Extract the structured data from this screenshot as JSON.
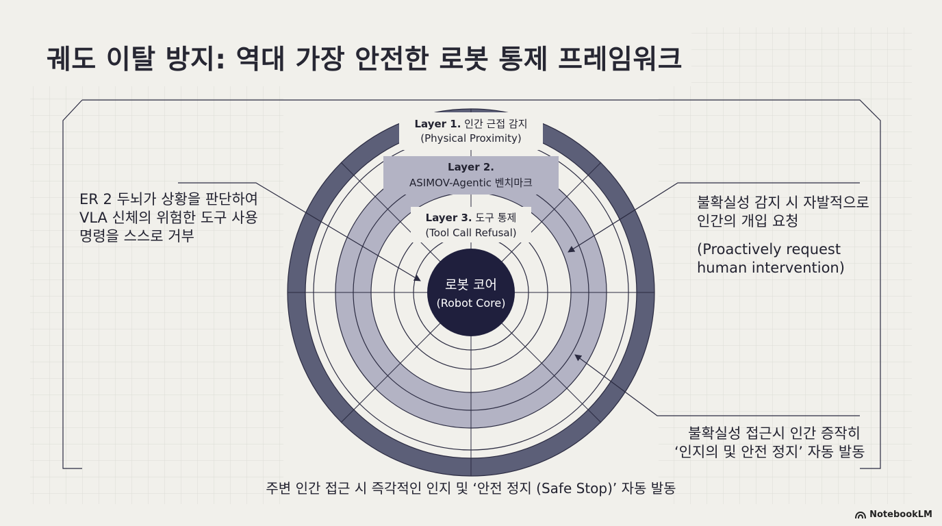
{
  "title": "궤도 이탈 방지: 역대 가장 안전한 로봇 통제 프레임워크",
  "layers": {
    "layer1": {
      "line1_bold": "Layer 1.",
      "line1_rest": " 인간 근접 감지",
      "line2": "(Physical Proximity)"
    },
    "layer2": {
      "line1_bold": "Layer 2.",
      "line2": "ASIMOV-Agentic 벤치마크"
    },
    "layer3": {
      "line1_bold": "Layer 3.",
      "line1_rest": " 도구 통제",
      "line2": "(Tool Call Refusal)"
    },
    "core": {
      "line1": "로봇 코어",
      "line2": "(Robot Core)"
    }
  },
  "annotations": {
    "left": [
      "ER 2 두뇌가 상황을 판단하여",
      "VLA 신체의 위험한 도구 사용",
      "명령을 스스로 거부"
    ],
    "right_top": [
      "불확실성 감지 시 자발적으로",
      "인간의 개입 요청",
      "(Proactively request",
      "human intervention)"
    ],
    "right_bottom": [
      "불확실성 접근시 인간 증작히",
      "‘인지의 및 안전 정지’ 자동 발동"
    ]
  },
  "bottom_caption": "주변 인간 접근 시 즉각적인 인지 및 ‘안전 정지 (Safe Stop)’ 자동 발동",
  "logo": {
    "text": "NotebookLM",
    "icon": "notebooklm-logo-icon"
  },
  "colors": {
    "background": "#f1f0eb",
    "outer_ring": "#5c5f78",
    "middle_ring": "#b3b3c4",
    "core": "#1f1f3d",
    "line": "#2a2a40",
    "grid": "#dcdcd6"
  }
}
